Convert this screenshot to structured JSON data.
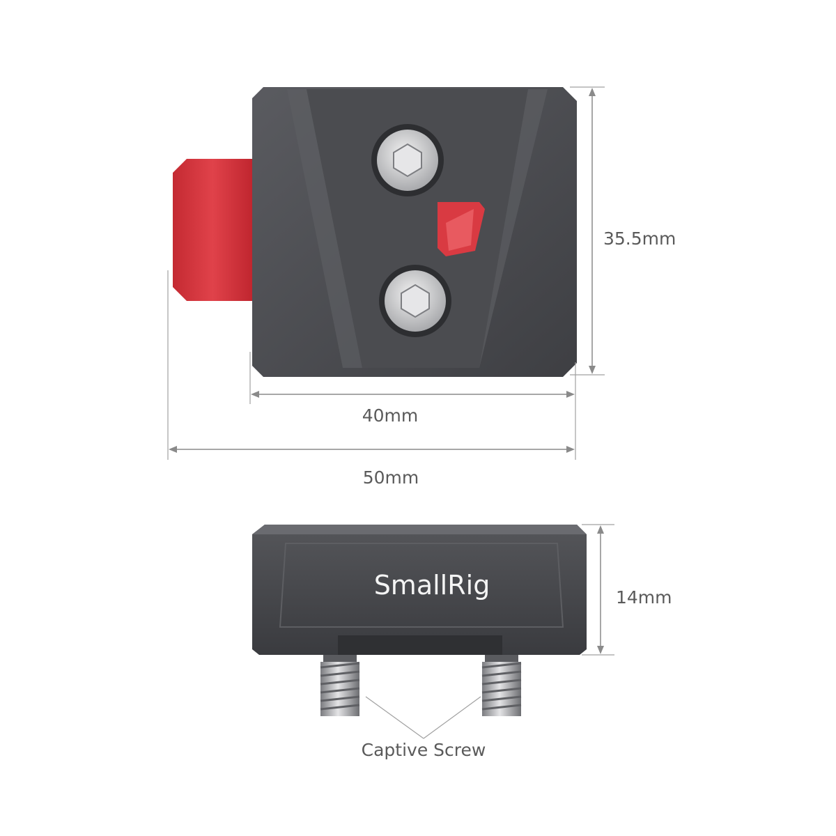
{
  "dimensions": {
    "height_top": "35.5mm",
    "width_plate": "40mm",
    "width_total": "50mm",
    "height_side": "14mm"
  },
  "brand_logo": "SmallRig",
  "callout": {
    "captive_screw": "Captive Screw"
  },
  "colors": {
    "plate": "#4a4b4f",
    "lever": "#d8323a",
    "screw": "#c8c9cc",
    "dimension_line": "#8a8a8a"
  }
}
